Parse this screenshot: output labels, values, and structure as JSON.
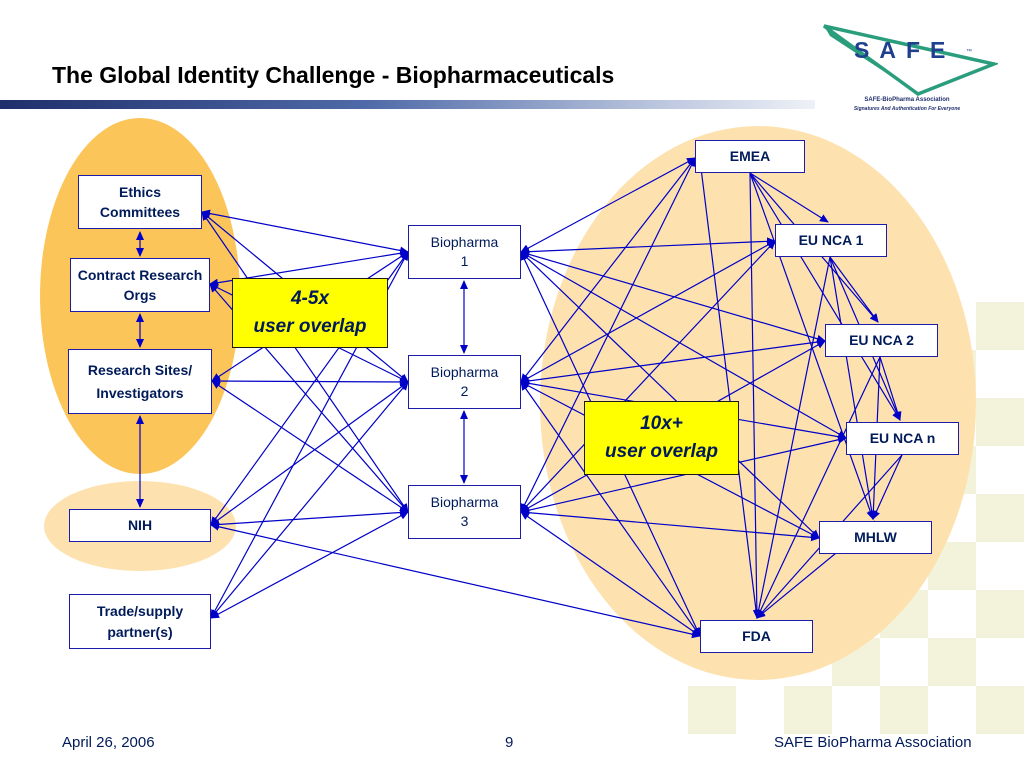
{
  "slide": {
    "title": "The Global Identity Challenge - Biopharmaceuticals"
  },
  "logo": {
    "name": "SAFE",
    "tagline": "SAFE-BioPharma Association",
    "subtagline": "Signatures And Authentication For Everyone"
  },
  "left_nodes": {
    "ethics": "Ethics Committees",
    "contract": "Contract Research Orgs",
    "sites_line1": "Research Sites/",
    "sites_line2": "Investigators",
    "nih": "NIH",
    "trade": "Trade/supply partner(s)"
  },
  "center_nodes": {
    "bio1_line1": "Biopharma",
    "bio1_line2": "1",
    "bio2_line1": "Biopharma",
    "bio2_line2": "2",
    "bio3_line1": "Biopharma",
    "bio3_line2": "3"
  },
  "right_nodes": {
    "emea": "EMEA",
    "euNca1": "EU NCA 1",
    "euNca2": "EU NCA 2",
    "euNcaN": "EU NCA n",
    "mhlw": "MHLW",
    "fda": "FDA"
  },
  "callouts": {
    "left_line1": "4-5x",
    "left_line2": "user overlap",
    "right_line1": "10x+",
    "right_line2": "user overlap"
  },
  "footer": {
    "date": "April 26, 2006",
    "page": "9",
    "org": "SAFE BioPharma Association"
  },
  "colors": {
    "connector": "#0000c8",
    "node_border": "#1c1ca8",
    "cluster_left": "#fbc55a",
    "cluster_right": "#fde2b0",
    "callout_fill": "#ffff00",
    "title_rule": "#1f2f6b",
    "text": "#001a5a"
  }
}
